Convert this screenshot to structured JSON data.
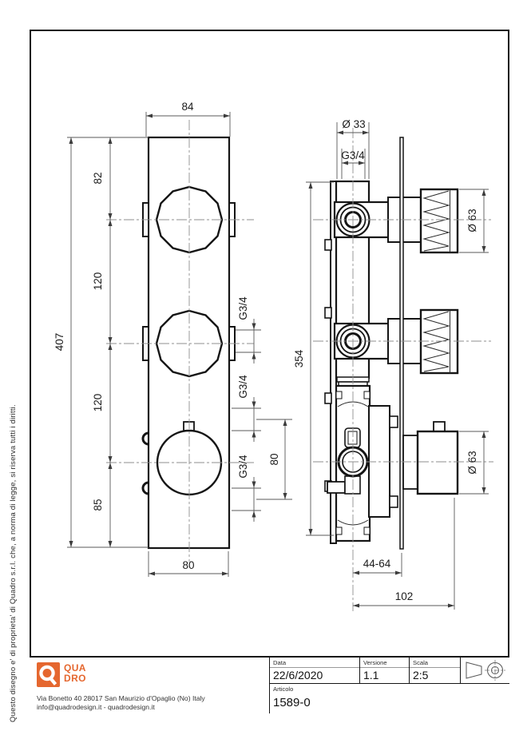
{
  "margin_note": "Questo disegno e' di proprieta' di Quadro s.r.l. che, a norma di legge, si riserva tutti i diritti.",
  "front_view": {
    "dim_top_width": "84",
    "dim_seg_top": "82",
    "dim_seg_mid1": "120",
    "dim_seg_mid2": "120",
    "dim_seg_bottom": "85",
    "dim_total_height": "407",
    "dim_bottom_width": "80",
    "dim_port1_thread": "G3/4",
    "dim_port2_thread": "G3/4",
    "dim_port3_thread": "G3/4",
    "dim_port_spacing": "80"
  },
  "side_view": {
    "dim_top_diameter": "Ø 33",
    "dim_top_thread": "G3/4",
    "dim_total_height": "354",
    "dim_knob_diameter_top": "Ø 63",
    "dim_knob_diameter_bottom": "Ø 63",
    "dim_depth_range": "44-64",
    "dim_total_depth": "102"
  },
  "title_block": {
    "date_label": "Data",
    "date_value": "22/6/2020",
    "version_label": "Versione",
    "version_value": "1.1",
    "scale_label": "Scala",
    "scale_value": "2:5",
    "article_label": "Articolo",
    "article_value": "1589-0",
    "projection_icon": "first-angle-projection-icon"
  },
  "logo": {
    "icon": "quadro-q-logo-icon",
    "wordmark_line1": "QUA",
    "wordmark_line2": "DRO",
    "address_line1": "Via Bonetto 40  28017 San Maurizio d'Opaglio (No) Italy",
    "address_line2": "info@quadrodesign.it - quadrodesign.it"
  },
  "colors": {
    "brand_accent": "#e5672f",
    "object_line": "#151515",
    "dimension_line": "#5a5a5a"
  }
}
